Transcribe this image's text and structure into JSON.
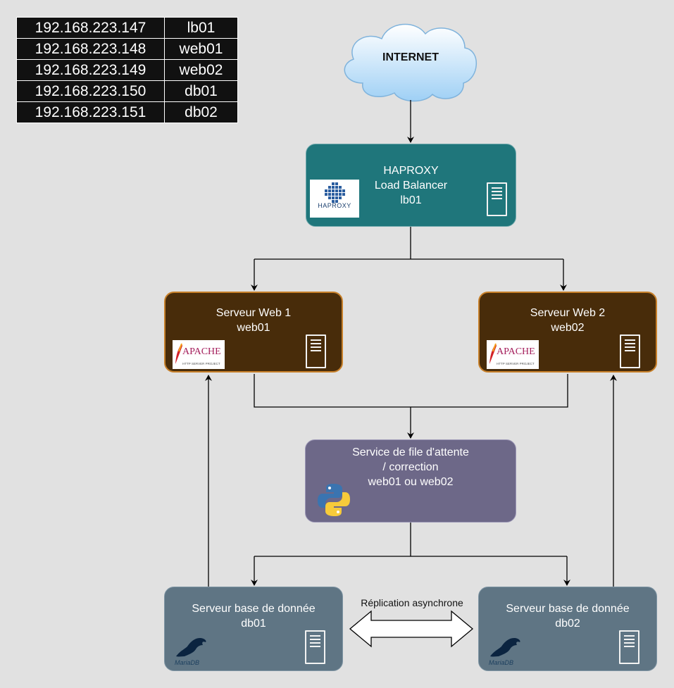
{
  "ip_table": [
    {
      "ip": "192.168.223.147",
      "host": "lb01"
    },
    {
      "ip": "192.168.223.148",
      "host": "web01"
    },
    {
      "ip": "192.168.223.149",
      "host": "web02"
    },
    {
      "ip": "192.168.223.150",
      "host": "db01"
    },
    {
      "ip": "192.168.223.151",
      "host": "db02"
    }
  ],
  "internet": {
    "label": "INTERNET"
  },
  "haproxy": {
    "line1": "HAPROXY",
    "line2": "Load Balancer",
    "line3": "lb01",
    "logo_text": "HAPROXY",
    "icon": "haproxy-logo"
  },
  "web1": {
    "line1": "Serveur Web 1",
    "line2": "web01",
    "logo_text": "APACHE",
    "logo_sub": "HTTP SERVER PROJECT",
    "icon": "apache-feather-logo"
  },
  "web2": {
    "line1": "Serveur Web 2",
    "line2": "web02",
    "logo_text": "APACHE",
    "logo_sub": "HTTP SERVER PROJECT",
    "icon": "apache-feather-logo"
  },
  "queue": {
    "line1": "Service de file d'attente",
    "line2": "/ correction",
    "line3": "web01 ou web02",
    "icon": "python-logo"
  },
  "db1": {
    "line1": "Serveur base de donnée",
    "line2": "db01",
    "logo_text": "MariaDB",
    "icon": "mariadb-seal-logo"
  },
  "db2": {
    "line1": "Serveur base de donnée",
    "line2": "db02",
    "logo_text": "MariaDB",
    "icon": "mariadb-seal-logo"
  },
  "replication": {
    "label": "Réplication asynchrone"
  },
  "colors": {
    "background": "#e1e1e1",
    "haproxy": "#1f767b",
    "web": "#482c0a",
    "web_border": "#c7802a",
    "queue": "#6d6888",
    "db": "#5f7584"
  }
}
